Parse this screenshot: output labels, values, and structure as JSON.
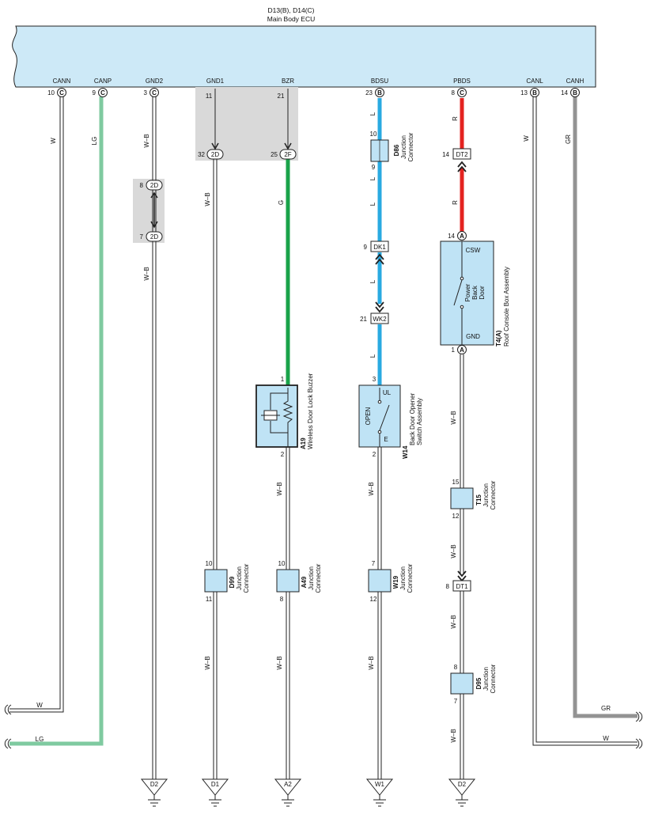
{
  "ecu": {
    "title": "D13(B), D14(C)",
    "name": "Main Body ECU"
  },
  "pins": [
    {
      "name": "CANN",
      "pin": "10",
      "conn": "C"
    },
    {
      "name": "CANP",
      "pin": "9",
      "conn": "C"
    },
    {
      "name": "GND2",
      "pin": "3",
      "conn": "C"
    },
    {
      "name": "GND1",
      "pin": "",
      "conn": ""
    },
    {
      "name": "BZR",
      "pin": "",
      "conn": ""
    },
    {
      "name": "BDSU",
      "pin": "23",
      "conn": "B"
    },
    {
      "name": "PBDS",
      "pin": "8",
      "conn": "C"
    },
    {
      "name": "CANL",
      "pin": "13",
      "conn": "B"
    },
    {
      "name": "CANH",
      "pin": "14",
      "conn": "B"
    }
  ],
  "splice": {
    "gnd1_top": "11",
    "bzr_top": "21",
    "gnd1_bottom_pin": "32",
    "gnd1_bottom_conn": "2D",
    "bzr_bottom_pin": "25",
    "bzr_bottom_conn": "2F",
    "gnd2_a_pin": "8",
    "gnd2_a_conn": "2D",
    "gnd2_b_pin": "7",
    "gnd2_b_conn": "2D"
  },
  "wires": {
    "W": "W",
    "LG": "LG",
    "WB": "W–B",
    "G": "G",
    "L": "L",
    "R": "R",
    "GR": "GR"
  },
  "colors": {
    "ecu_fill": "#cde9f7",
    "blue": "#29aae1",
    "red": "#e42320",
    "green": "#1aa34a",
    "lightgreen": "#7fcaa0",
    "gray": "#939393",
    "splice": "#d9d9d9",
    "jc_fill": "#bfe3f5"
  },
  "components": {
    "d86": {
      "code": "D86",
      "desc1": "Junction",
      "desc2": "Connector",
      "pin_top": "10",
      "pin_bot": "9"
    },
    "dt2": {
      "label": "DT2",
      "pin": "14"
    },
    "dk1": {
      "label": "DK1",
      "pin": "9"
    },
    "wk2": {
      "label": "WK2",
      "pin": "21"
    },
    "t4": {
      "code": "T4(A)",
      "desc": "Roof Console Box Assembly",
      "csw": "CSW",
      "gnd": "GND",
      "sw1": "Power",
      "sw2": "Back",
      "sw3": "Door",
      "pin_top": "14",
      "conn_top": "A",
      "pin_bot": "1",
      "conn_bot": "A"
    },
    "a19": {
      "code": "A19",
      "desc": "Wireless Door Lock Buzzer",
      "pin_top": "1",
      "pin_bot": "2"
    },
    "w14": {
      "code": "W14",
      "desc1": "Back Door Opener",
      "desc2": "Switch Assembly",
      "ul": "UL",
      "e": "E",
      "open": "OPEN",
      "pin_top": "3",
      "pin_bot": "2"
    },
    "t15": {
      "code": "T15",
      "desc1": "Junction",
      "desc2": "Connector",
      "pin_top": "15",
      "pin_bot": "12"
    },
    "d99": {
      "code": "D99",
      "desc1": "Junction",
      "desc2": "Connector",
      "pin_top": "10",
      "pin_bot": "11"
    },
    "a49": {
      "code": "A49",
      "desc1": "Junction",
      "desc2": "Connector",
      "pin_top": "10",
      "pin_bot": "8"
    },
    "w19": {
      "code": "W19",
      "desc1": "Junction",
      "desc2": "Connector",
      "pin_top": "7",
      "pin_bot": "12"
    },
    "dt1": {
      "label": "DT1",
      "pin": "8"
    },
    "d95": {
      "code": "D95",
      "desc1": "Junction",
      "desc2": "Connector",
      "pin_top": "8",
      "pin_bot": "7"
    }
  },
  "grounds": [
    "D2",
    "D1",
    "A2",
    "W1",
    "D2"
  ]
}
